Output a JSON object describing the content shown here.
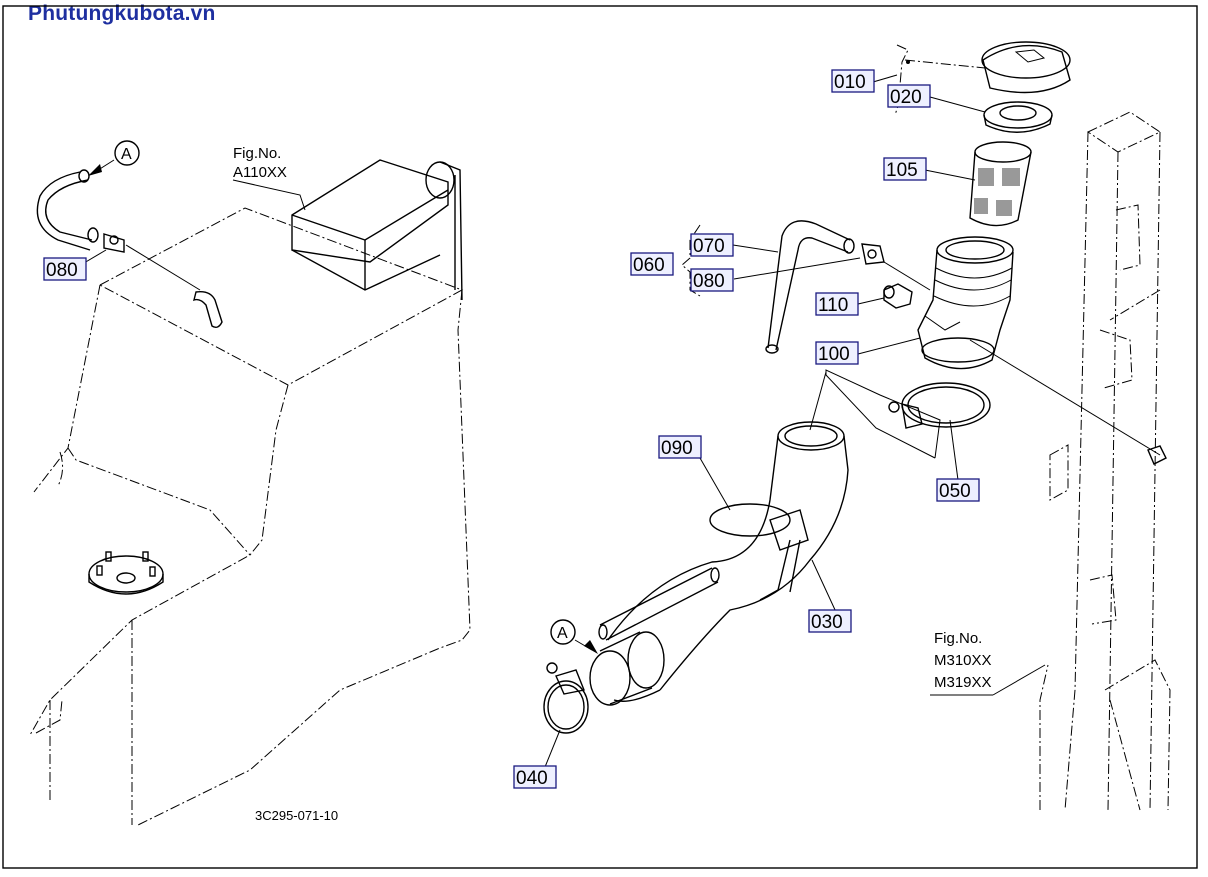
{
  "watermark": "Phutungkubota.vn",
  "drawing_code": "3C295-071-10",
  "view_marker": "A",
  "fig_refs": [
    {
      "label": "Fig.No.",
      "codes": [
        "A110XX"
      ]
    },
    {
      "label": "Fig.No.",
      "codes": [
        "M310XX",
        "M319XX"
      ]
    }
  ],
  "callouts": {
    "p010": "010",
    "p020": "020",
    "p105": "105",
    "p060": "060",
    "p070": "070",
    "p080a": "080",
    "p080b": "080",
    "p110": "110",
    "p100": "100",
    "p090": "090",
    "p050": "050",
    "p030": "030",
    "p040": "040"
  },
  "colors": {
    "watermark": "#1e2fa0",
    "callout_fill": "#eef0ff",
    "callout_border": "#1a1a80"
  }
}
